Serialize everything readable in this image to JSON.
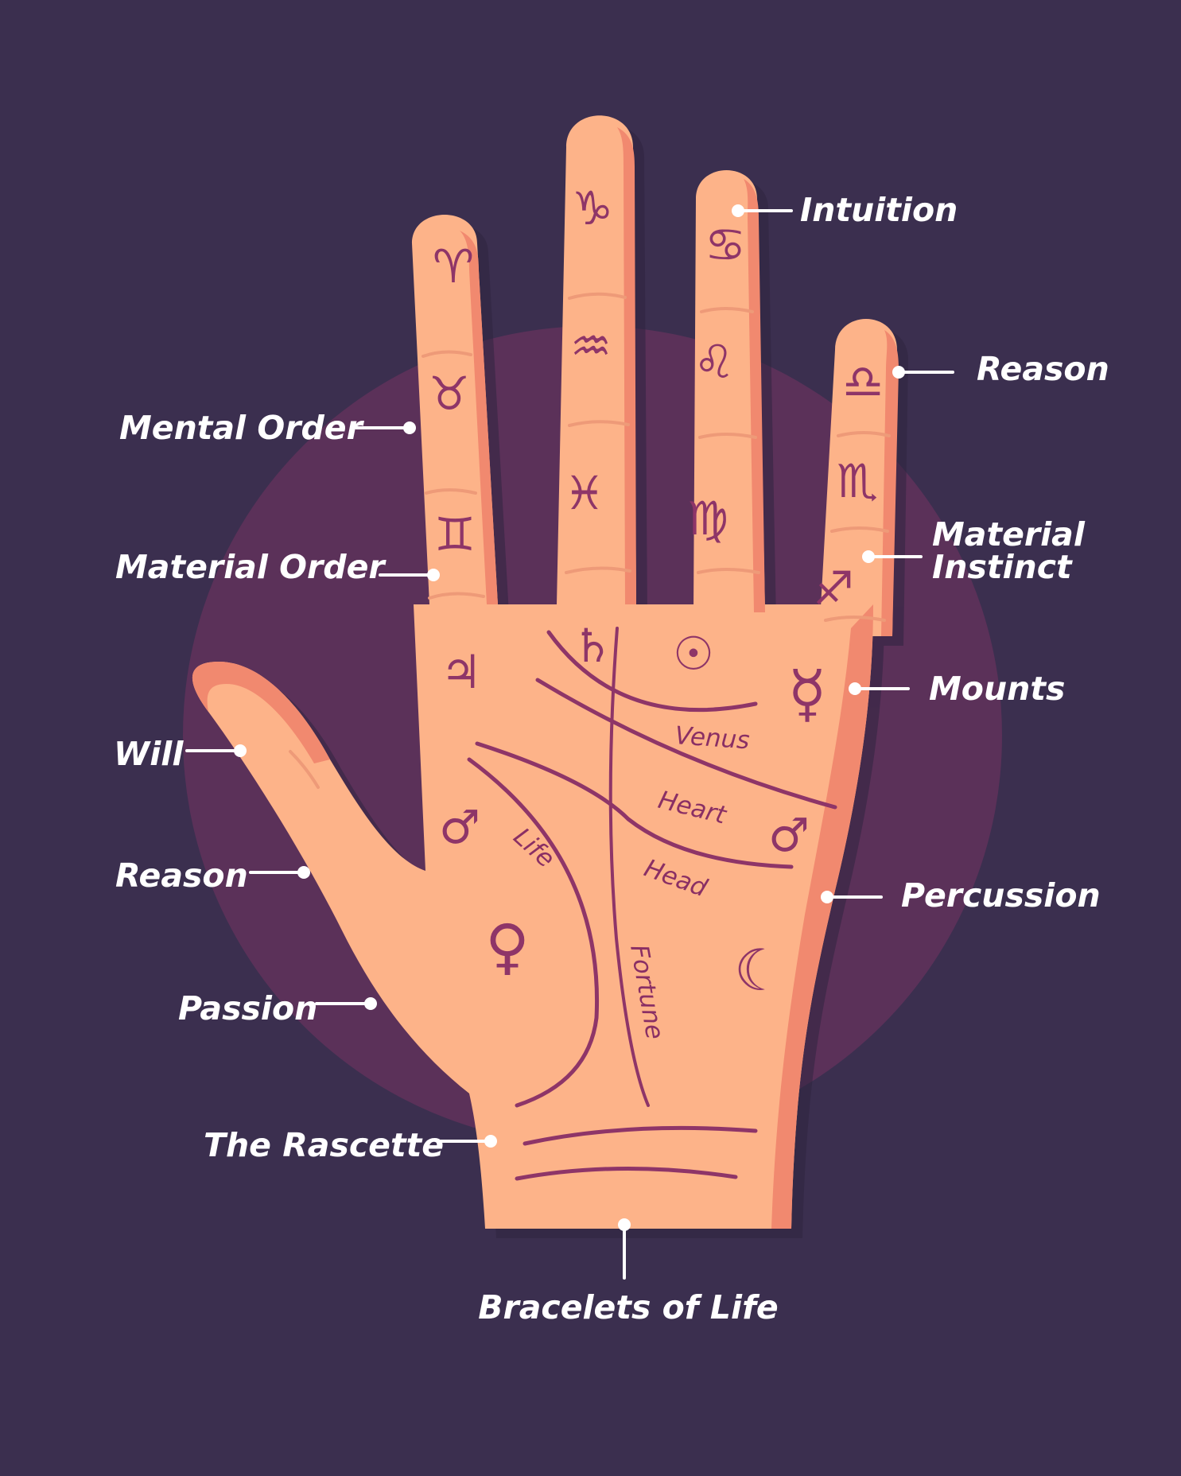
{
  "colors": {
    "background": "#3b2f4f",
    "circle": "#5b3159",
    "skin": "#fdb389",
    "skin_shade": "#f1896f",
    "palm_lines": "#8e3568",
    "labels": "#ffffff"
  },
  "callouts": {
    "intuition": "Intuition",
    "reason_right": "Reason",
    "mental_order": "Mental Order",
    "material_order": "Material Order",
    "material_instinct_1": "Material",
    "material_instinct_2": "Instinct",
    "mounts": "Mounts",
    "will": "Will",
    "reason_left": "Reason",
    "percussion": "Percussion",
    "passion": "Passion",
    "the_rascette": "The Rascette",
    "bracelets_of_life": "Bracelets of Life"
  },
  "line_labels": {
    "venus": "Venus",
    "heart": "Heart",
    "head": "Head",
    "life": "Life",
    "fortune": "Fortune"
  },
  "symbols": {
    "index_top": "♈",
    "index_mid": "♉",
    "index_base": "♊",
    "middle_top": "♑",
    "middle_mid": "♒",
    "middle_base": "♓",
    "ring_top": "♋",
    "ring_mid": "♌",
    "ring_base": "♍",
    "little_top": "♎",
    "little_mid": "♏",
    "little_base": "♐",
    "jupiter": "♃",
    "saturn": "♄",
    "sun": "☉",
    "mercury": "☿",
    "mars_left": "♂",
    "mars_right": "♂",
    "venus_mount": "♀",
    "moon": "☾"
  }
}
